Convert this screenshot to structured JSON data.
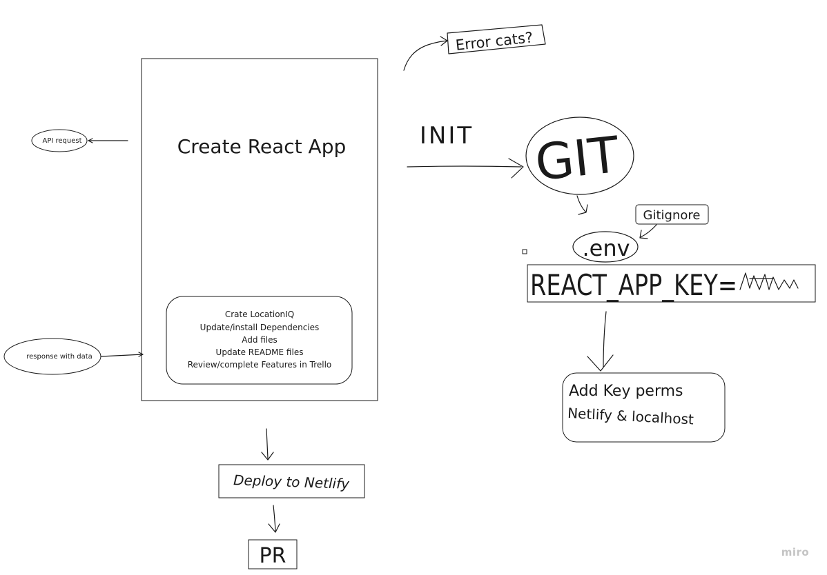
{
  "main_frame": {
    "title": "Create React App"
  },
  "task_list": {
    "items": [
      "Crate LocationIQ",
      "Update/install Dependencies",
      "Add files",
      "Update README files",
      "Review/complete Features in Trello"
    ]
  },
  "api_request": {
    "label": "API request"
  },
  "response": {
    "label": "response with data"
  },
  "deploy": {
    "label": "Deploy to Netlify"
  },
  "pr": {
    "label": "PR"
  },
  "error_note": {
    "label": "Error cats?"
  },
  "init_label": {
    "label": "INIT"
  },
  "git": {
    "label": "GIT"
  },
  "gitignore": {
    "label": "Gitignore"
  },
  "env": {
    "label": ".env"
  },
  "env_key": {
    "label": "REACT_APP_KEY="
  },
  "key_perms": {
    "line1": "Add Key perms",
    "line2": "Netlify & localhost"
  },
  "watermark": {
    "label": "miro"
  }
}
